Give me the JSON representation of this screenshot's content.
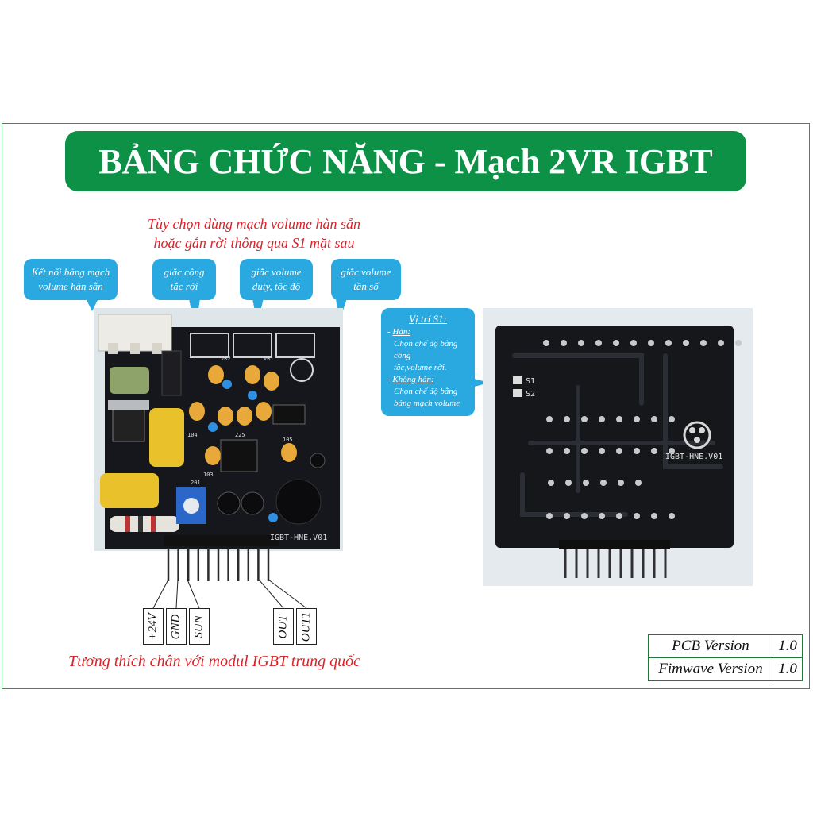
{
  "title": "BẢNG CHỨC NĂNG - Mạch 2VR IGBT",
  "notes": {
    "top_line1": "Tùy chọn dùng mạch volume hàn sẵn",
    "top_line2": "hoặc gắn rời thông qua S1 mặt sau",
    "bottom": "Tương thích chân với modul IGBT trung quốc"
  },
  "bubbles": {
    "connect": {
      "line1": "Kết nối bảng mạch",
      "line2": "volume hàn sẵn"
    },
    "switch_jack": {
      "line1": "giắc công",
      "line2": "tắc rời"
    },
    "duty_jack": {
      "line1": "giắc volume",
      "line2": "duty, tốc độ"
    },
    "freq_jack": {
      "line1": "giắc volume",
      "line2": "tần số"
    },
    "s1": {
      "title": "Vị trí S1:",
      "han_label": "Hàn:",
      "han_text1": "Chọn chế độ bằng công",
      "han_text2": "tắc,volume rời.",
      "khong_han_label": "Không hàn:",
      "khong_han_text1": "Chọn chế độ bằng",
      "khong_han_text2": "bảng mạch volume"
    }
  },
  "pcb_front_text": {
    "model": "IGBT-HNE.V01",
    "vr1": "VR1",
    "vr2": "VR2",
    "r1": "104",
    "r2": "225",
    "r3": "105",
    "r4": "201",
    "r5": "103"
  },
  "pcb_back_text": {
    "model": "IGBT-HNE.V01",
    "s1": "S1",
    "s2": "S2"
  },
  "pins": [
    "+24V",
    "GND",
    "SUN",
    "OUT",
    "OUT1"
  ],
  "version_table": [
    {
      "label": "PCB Version",
      "value": "1.0"
    },
    {
      "label": "Fimwave Version",
      "value": "1.0"
    }
  ],
  "colors": {
    "banner": "#0d9147",
    "bubble": "#29a9e0",
    "note_red": "#d8242a",
    "frame": "#2a9a4a"
  }
}
